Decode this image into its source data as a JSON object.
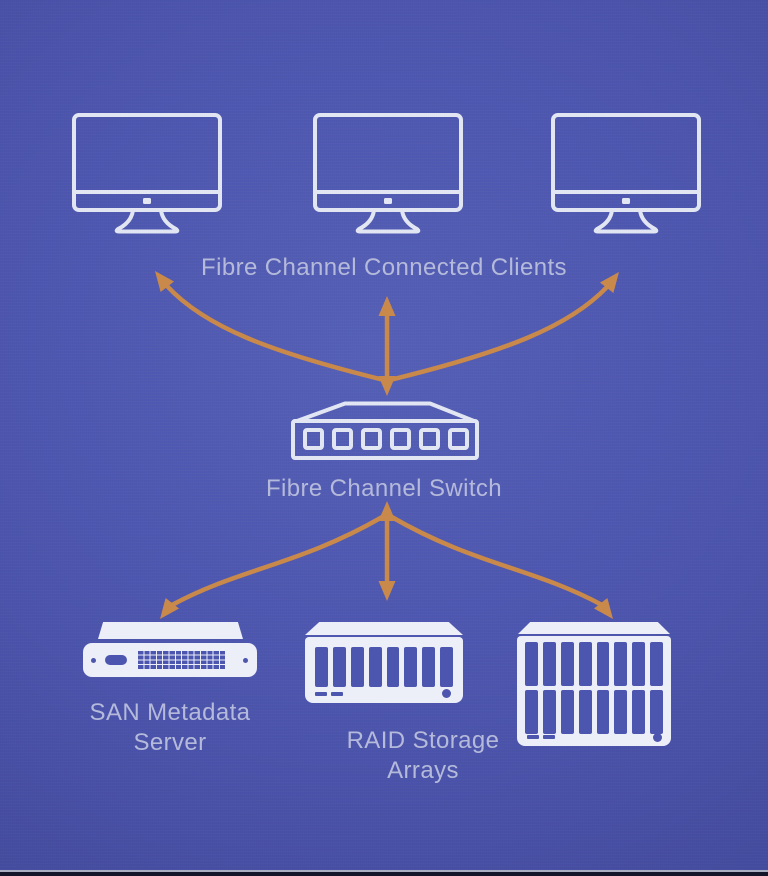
{
  "diagram_type": "SAN network topology",
  "colors": {
    "background_center": "#5560b8",
    "background_edge": "#3d4494",
    "icon_fill": "#eceef8",
    "icon_outline": "#e2e6f3",
    "icon_detail_blue": "#4d56ae",
    "label_text": "#b5badb",
    "arrow": "#c9894a",
    "bottom_line": "#a9aec2",
    "bottom_bar": "#14142a"
  },
  "clients": {
    "label": "Fibre Channel Connected Clients",
    "count": 3
  },
  "switch": {
    "label": "Fibre Channel Switch",
    "ports": 6
  },
  "server": {
    "line1": "SAN Metadata",
    "line2": "Server"
  },
  "raid": {
    "line1": "RAID Storage",
    "line2": "Arrays"
  },
  "connections": [
    {
      "from": "fibre-channel-switch",
      "to": "client-left",
      "style": "curved",
      "direction": "up"
    },
    {
      "from": "fibre-channel-switch",
      "to": "client-middle",
      "style": "straight",
      "direction": "both"
    },
    {
      "from": "fibre-channel-switch",
      "to": "client-right",
      "style": "curved",
      "direction": "up"
    },
    {
      "from": "fibre-channel-switch",
      "to": "san-metadata-server",
      "style": "curved",
      "direction": "down"
    },
    {
      "from": "fibre-channel-switch",
      "to": "raid-storage-array",
      "style": "straight",
      "direction": "both"
    },
    {
      "from": "fibre-channel-switch",
      "to": "raid-storage-array-tall",
      "style": "curved",
      "direction": "down"
    }
  ]
}
